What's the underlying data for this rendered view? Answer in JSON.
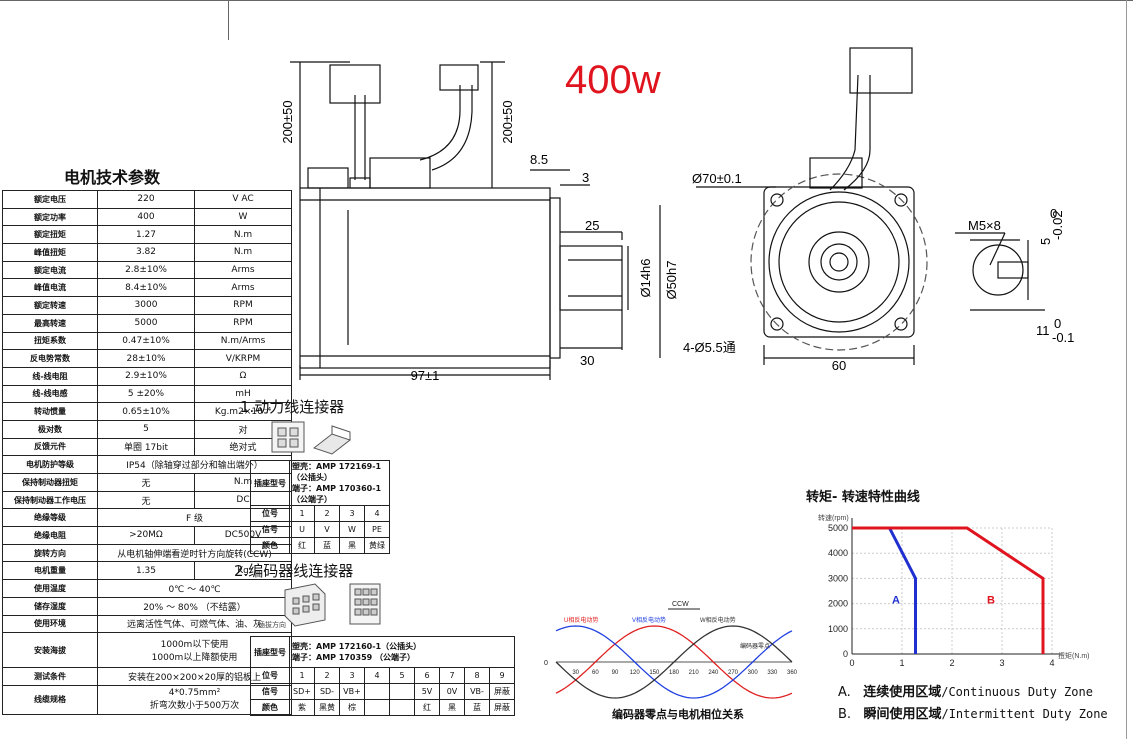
{
  "power_label": "400w",
  "spec_table": {
    "title": "电机技术参数",
    "rows": [
      {
        "label": "额定电压",
        "value": "220",
        "unit": "V AC"
      },
      {
        "label": "额定功率",
        "value": "400",
        "unit": "W"
      },
      {
        "label": "额定扭矩",
        "value": "1.27",
        "unit": "N.m"
      },
      {
        "label": "峰值扭矩",
        "value": "3.82",
        "unit": "N.m"
      },
      {
        "label": "额定电流",
        "value": "2.8±10%",
        "unit": "Arms"
      },
      {
        "label": "峰值电流",
        "value": "8.4±10%",
        "unit": "Arms"
      },
      {
        "label": "额定转速",
        "value": "3000",
        "unit": "RPM"
      },
      {
        "label": "最高转速",
        "value": "5000",
        "unit": "RPM"
      },
      {
        "label": "扭矩系数",
        "value": "0.47±10%",
        "unit": "N.m/Arms"
      },
      {
        "label": "反电势常数",
        "value": "28±10%",
        "unit": "V/KRPM"
      },
      {
        "label": "线-线电阻",
        "value": "2.9±10%",
        "unit": "Ω"
      },
      {
        "label": "线-线电感",
        "value": "5 ±20%",
        "unit": "mH"
      },
      {
        "label": "转动惯量",
        "value": "0.65±10%",
        "unit": "Kg.m2×10⁻⁴"
      },
      {
        "label": "极对数",
        "value": "5",
        "unit": "对"
      },
      {
        "label": "反馈元件",
        "value": "单圈 17bit",
        "unit": "绝对式"
      },
      {
        "label": "电机防护等级",
        "value": "IP54（除轴穿过部分和输出端外）",
        "unit": ""
      },
      {
        "label": "保持制动器扭矩",
        "value": "无",
        "unit": "N.m"
      },
      {
        "label": "保持制动器工作电压",
        "value": "无",
        "unit": "DC"
      },
      {
        "label": "绝缘等级",
        "value": "F 级",
        "unit": ""
      },
      {
        "label": "绝缘电阻",
        "value": ">20MΩ",
        "unit": "DC500V"
      },
      {
        "label": "旋转方向",
        "value": "从电机轴伸端看逆时针方向旋转(CCW)",
        "unit": ""
      },
      {
        "label": "电机重量",
        "value": "1.35",
        "unit": "Kg"
      },
      {
        "label": "使用温度",
        "value": "0℃ ～ 40℃",
        "unit": ""
      },
      {
        "label": "储存湿度",
        "value": "20% ～ 80% （不结露）",
        "unit": ""
      },
      {
        "label": "使用环境",
        "value": "远离活性气体、可燃气体、油、灰",
        "unit": ""
      },
      {
        "label": "安装海拔",
        "value": "1000m以下使用\n1000m以上降额使用",
        "unit": ""
      },
      {
        "label": "测试条件",
        "value": "安装在200×200×20厚的铝板上",
        "unit": ""
      },
      {
        "label": "线缆规格",
        "value": "4*0.75mm²\n折弯次数小于500万次",
        "unit": ""
      }
    ]
  },
  "dimensions": {
    "cable_len_1": "200±50",
    "cable_len_2": "200±50",
    "d_8_5": "8.5",
    "d_3": "3",
    "d_25": "25",
    "shaft": "Ø14h6",
    "spigot": "Ø50h7",
    "d_30": "30",
    "length": "97±1",
    "pcd": "Ø70±0.1",
    "holes": "4-Ø5.5通",
    "flange": "60",
    "thread": "M5×8",
    "key_w_top": "0",
    "key_w_val": "5",
    "key_w_bot": "-0.02",
    "key_h_val": "11",
    "key_h_top": "0",
    "key_h_bot": "-0.1"
  },
  "power_connector": {
    "title": "1.动力线连接器",
    "model_label": "插座型号",
    "models": [
      "塑壳：AMP 172169-1（公插头）",
      "端子：AMP 170360-1（公端子）"
    ],
    "pin_label": "位号",
    "pins": [
      "1",
      "2",
      "3",
      "4"
    ],
    "signal_label": "信号",
    "signals": [
      "U",
      "V",
      "W",
      "PE"
    ],
    "color_label": "颜色",
    "colors": [
      "红",
      "蓝",
      "黑",
      "黄绿"
    ]
  },
  "encoder_connector": {
    "title": "2.编码器线连接器",
    "direction_note": "插拔方向",
    "model_label": "插座型号",
    "models": [
      "塑壳：AMP 172160-1（公插头）",
      "端子：AMP 170359 （公端子）"
    ],
    "pin_label": "位号",
    "pins": [
      "1",
      "2",
      "3",
      "4",
      "5",
      "6",
      "7",
      "8",
      "9"
    ],
    "signal_label": "信号",
    "signals": [
      "SD+",
      "SD-",
      "VB+",
      "",
      "",
      "5V",
      "0V",
      "VB-",
      "屏蔽"
    ],
    "color_label": "颜色",
    "colors": [
      "紫",
      "黑黄",
      "棕",
      "",
      "",
      "红",
      "黑",
      "蓝",
      "屏蔽"
    ]
  },
  "phase_chart": {
    "title": "编码器零点与电机相位关系",
    "ccw_label": "CCW",
    "u_label": "U相反电动势",
    "v_label": "V相反电动势",
    "w_label": "W相反电动势",
    "zero_label": "编码器零点",
    "y_zero": "0",
    "x_ticks": [
      "30",
      "60",
      "90",
      "120",
      "150",
      "180",
      "210",
      "240",
      "270",
      "300",
      "330",
      "360"
    ],
    "colors": {
      "u": "#e02020",
      "v": "#2040e0",
      "w": "#333333"
    }
  },
  "torque_chart": {
    "title": "转矩- 转速特性曲线",
    "ylabel": "转速(rpm)",
    "xlabel": "扭矩(N.m)",
    "y_ticks": [
      "0",
      "1000",
      "2000",
      "3000",
      "4000",
      "5000"
    ],
    "x_ticks": [
      "0",
      "1",
      "2",
      "3",
      "4"
    ],
    "label_a": "A",
    "label_b": "B",
    "legend_a": {
      "letter": "A.",
      "cn": "连续使用区域",
      "en": "/Continuous Duty Zone"
    },
    "legend_b": {
      "letter": "B.",
      "cn": "瞬间使用区域",
      "en": "/Intermittent Duty Zone"
    },
    "colors": {
      "a": "#2030d0",
      "b": "#e0141e"
    }
  },
  "chart_data": {
    "type": "line",
    "title": "转矩- 转速特性曲线",
    "xlabel": "扭矩(N.m)",
    "ylabel": "转速(rpm)",
    "xlim": [
      0,
      4
    ],
    "ylim": [
      0,
      5000
    ],
    "series": [
      {
        "name": "A",
        "x": [
          0,
          0.75,
          1.27,
          1.27
        ],
        "y": [
          5000,
          5000,
          3000,
          0
        ]
      },
      {
        "name": "B",
        "x": [
          0,
          2.3,
          3.82,
          3.82
        ],
        "y": [
          5000,
          5000,
          3000,
          0
        ]
      }
    ],
    "grid": true
  }
}
